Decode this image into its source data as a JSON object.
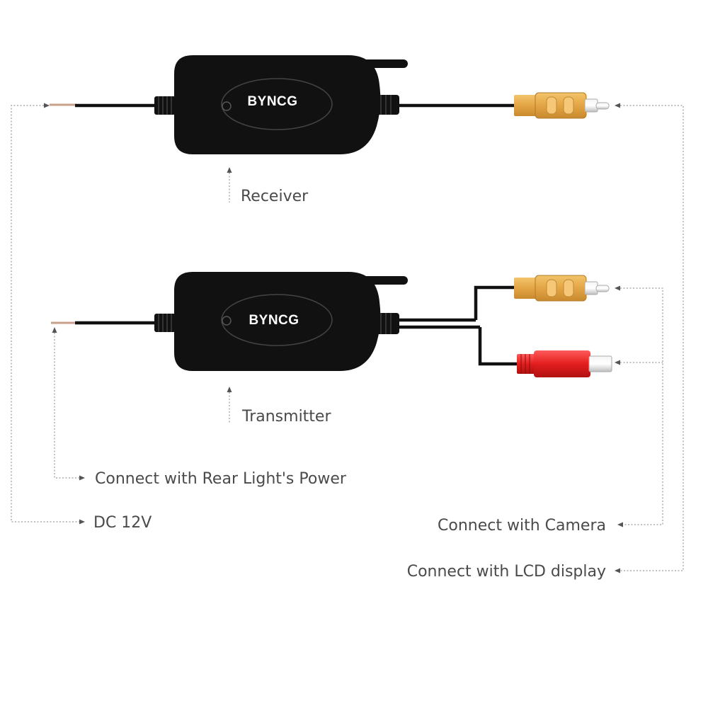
{
  "receiver": {
    "brand": "BYNCG",
    "caption": "Receiver"
  },
  "transmitter": {
    "brand": "BYNCG",
    "caption": "Transmitter"
  },
  "labels": {
    "rear_light": "Connect with Rear Light's Power",
    "dc": "DC 12V",
    "camera": "Connect with Camera",
    "lcd": "Connect with LCD display"
  },
  "colors": {
    "device_body": "#111111",
    "rca_yellow": "#e8ae4c",
    "dc_red": "#e02020",
    "background": "#ffffff"
  }
}
